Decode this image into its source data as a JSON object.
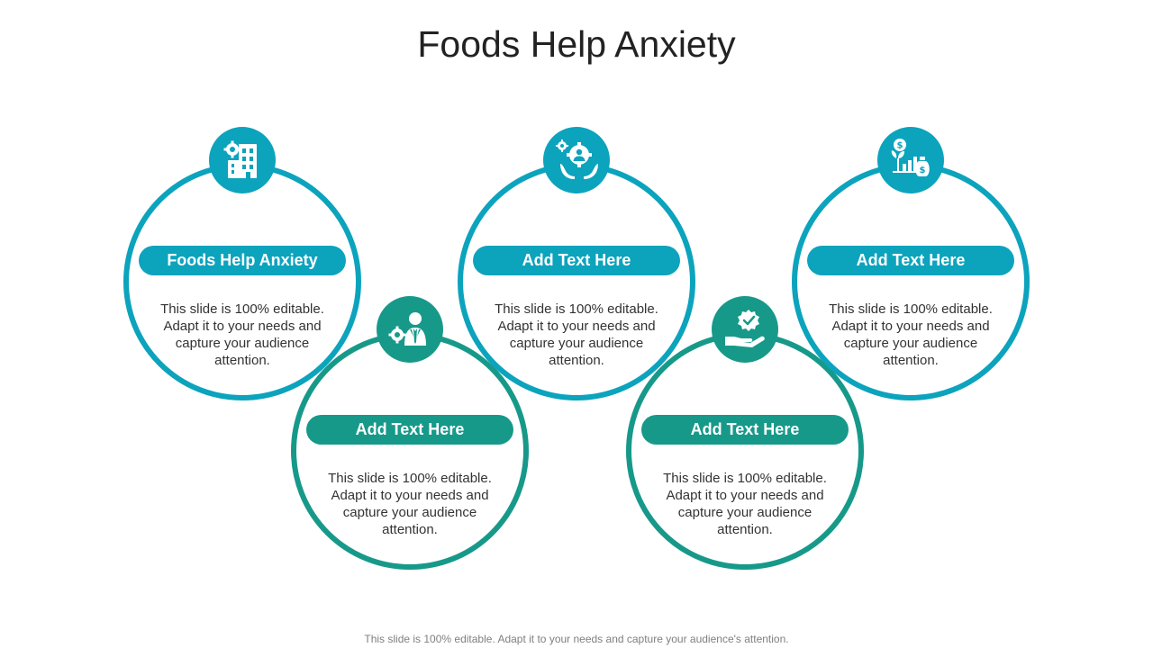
{
  "title": "Foods Help Anxiety",
  "footer": "This slide is 100% editable. Adapt it to your needs and capture your audience's attention.",
  "colors": {
    "blue": "#0ca3bd",
    "green": "#17998a"
  },
  "cards": [
    {
      "label": "Foods Help Anxiety",
      "text": "This slide is 100% editable. Adapt it to your needs and capture your audience attention.",
      "icon": "building-gear-icon",
      "color": "#0ca3bd"
    },
    {
      "label": "Add Text Here",
      "text": "This slide is 100% editable. Adapt it to your needs and capture your audience attention.",
      "icon": "businessman-gear-icon",
      "color": "#17998a"
    },
    {
      "label": "Add Text Here",
      "text": "This slide is 100% editable. Adapt it to your needs and capture your audience attention.",
      "icon": "hands-gear-person-icon",
      "color": "#0ca3bd"
    },
    {
      "label": "Add Text Here",
      "text": "This slide is 100% editable. Adapt it to your needs and capture your audience attention.",
      "icon": "hand-badge-check-icon",
      "color": "#17998a"
    },
    {
      "label": "Add Text Here",
      "text": "This slide is 100% editable. Adapt it to your needs and capture your audience attention.",
      "icon": "money-growth-chart-icon",
      "color": "#0ca3bd"
    }
  ]
}
